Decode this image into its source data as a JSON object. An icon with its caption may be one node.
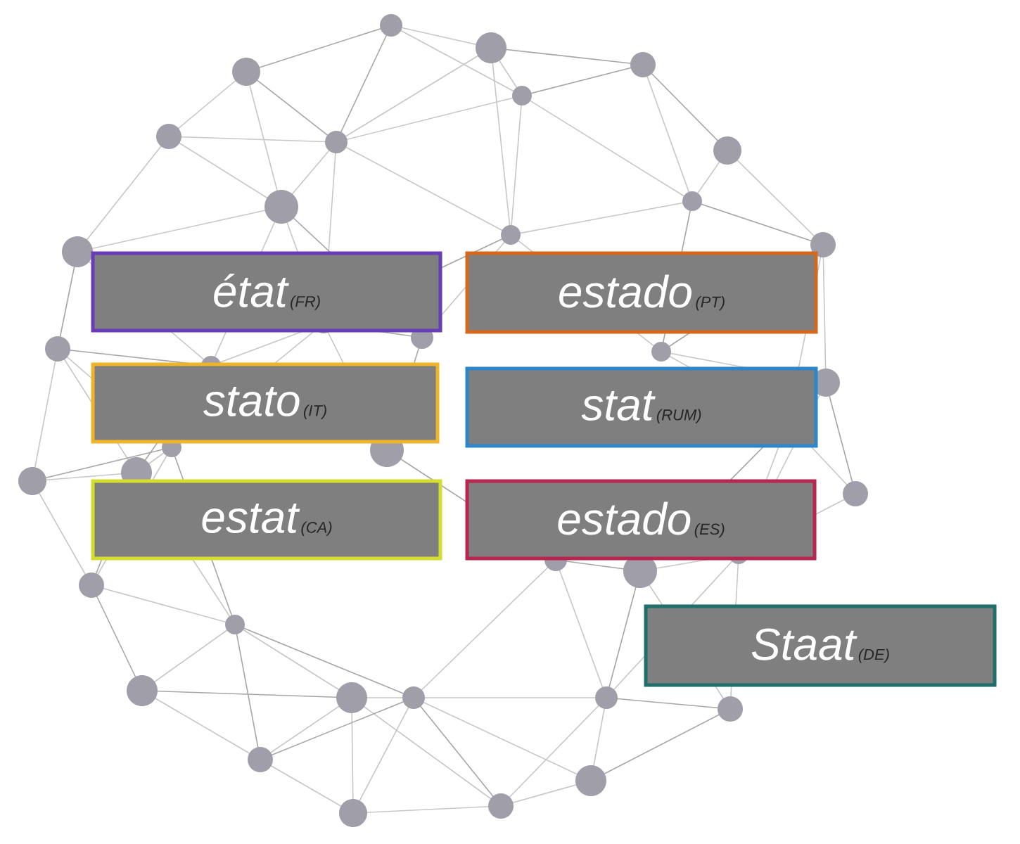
{
  "diagram": {
    "nodes": [
      {
        "text": [
          "état",
          "(FR)"
        ]
      },
      {
        "text": [
          "estado",
          "(PT)"
        ]
      },
      {
        "text": [
          "stato",
          "(IT)"
        ]
      },
      {
        "text": [
          "stat",
          "(RUM)"
        ]
      },
      {
        "text": [
          "estat",
          "(CA)"
        ]
      },
      {
        "text": [
          "estado",
          "(ES)"
        ]
      },
      {
        "text": [
          "Staat",
          "(DE)"
        ]
      }
    ]
  }
}
